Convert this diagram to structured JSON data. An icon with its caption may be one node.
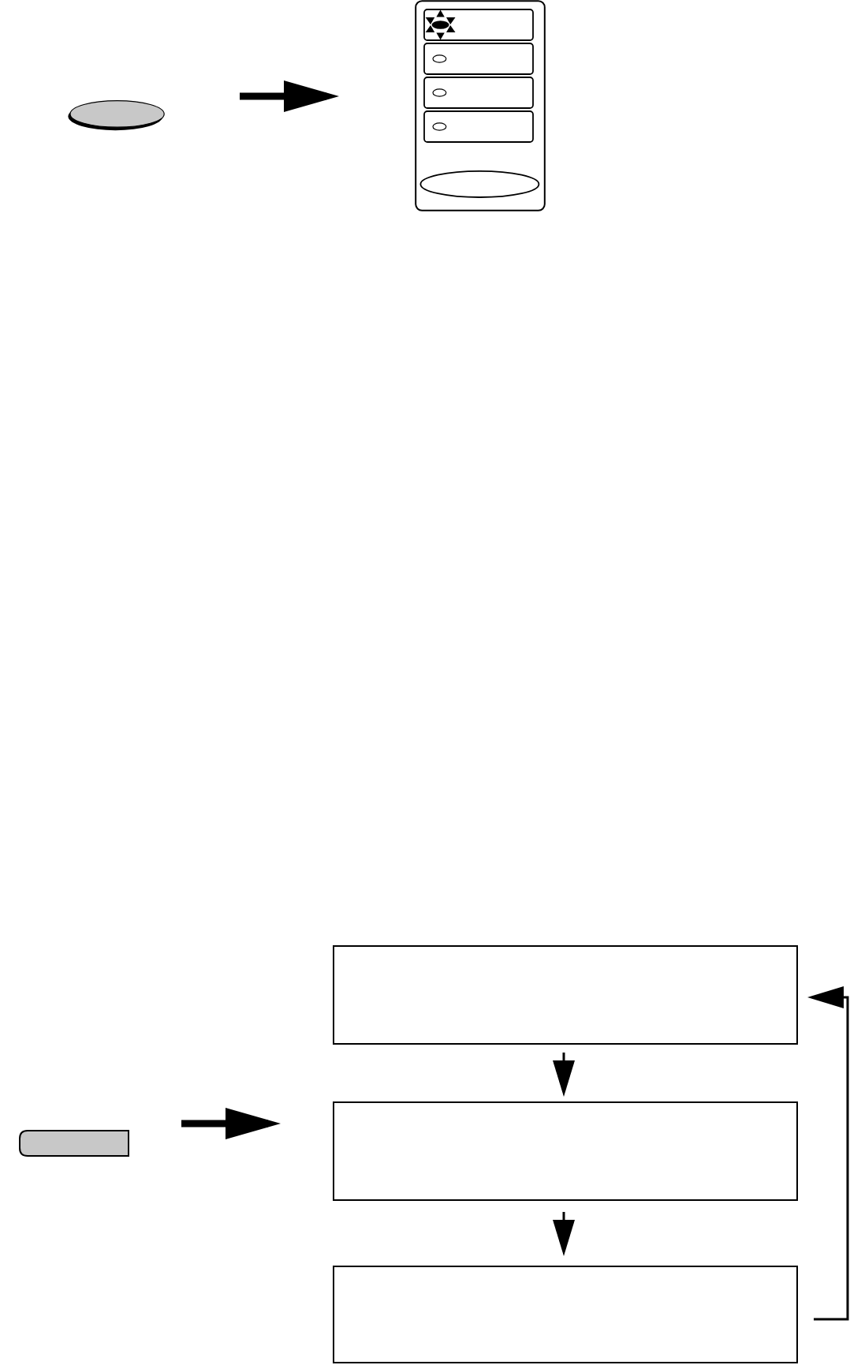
{
  "diagram": {
    "nodes": [
      {
        "text": [],
        "shape": "ellipse"
      },
      {
        "text": [],
        "shape": "picture"
      },
      {
        "text": [],
        "shape": "bar"
      },
      {
        "text": [],
        "shape": "box"
      },
      {
        "text": [],
        "shape": "box"
      },
      {
        "text": [],
        "shape": "box"
      }
    ],
    "edges": [
      {
        "from": 0,
        "to": 1,
        "arrow": "to",
        "style": "thick"
      },
      {
        "from": 2,
        "to": 4,
        "arrow": "to",
        "style": "thick"
      },
      {
        "from": 3,
        "to": 4,
        "arrow": "to"
      },
      {
        "from": 4,
        "to": 5,
        "arrow": "to"
      },
      {
        "from": 5,
        "to": 3,
        "arrow": "to"
      }
    ]
  }
}
